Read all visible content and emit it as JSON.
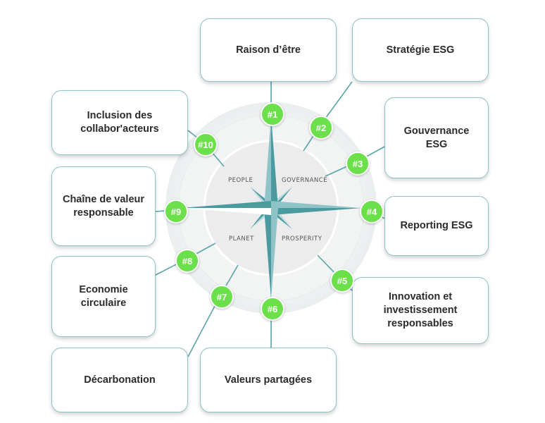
{
  "colors": {
    "teal": "#4a9aa0",
    "line": "#5aa3aa",
    "badge": "#6be04a",
    "box_border": "#8fc3c4"
  },
  "quadrants": {
    "people": "PEOPLE",
    "governance": "GOVERNANCE",
    "planet": "PLANET",
    "prosperity": "PROSPERITY"
  },
  "items": [
    {
      "num": "#1",
      "label": "Raison d’être"
    },
    {
      "num": "#2",
      "label": "Stratégie ESG"
    },
    {
      "num": "#3",
      "label": "Gouvernance ESG"
    },
    {
      "num": "#4",
      "label": "Reporting ESG"
    },
    {
      "num": "#5",
      "label": "Innovation et investissement responsables"
    },
    {
      "num": "#6",
      "label": "Valeurs partagées"
    },
    {
      "num": "#7",
      "label": "Décarbonation"
    },
    {
      "num": "#8",
      "label": "Economie circulaire"
    },
    {
      "num": "#9",
      "label": "Chaîne de valeur responsable"
    },
    {
      "num": "#10",
      "label": "Inclusion des collabor'acteurs"
    }
  ]
}
